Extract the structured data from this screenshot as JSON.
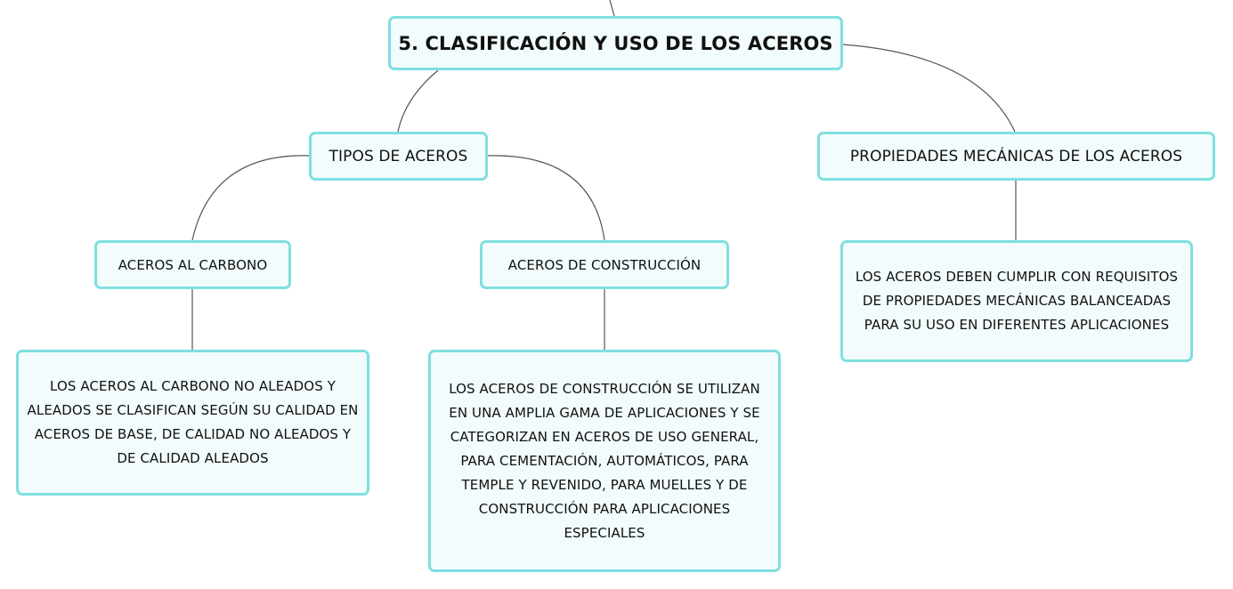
{
  "diagram": {
    "root": {
      "label": "5. CLASIFICACIÓN Y USO DE LOS ACEROS"
    },
    "tipos": {
      "label": "TIPOS DE ACEROS",
      "carbono": {
        "label": "ACEROS AL CARBONO",
        "description": "LOS ACEROS AL CARBONO NO ALEADOS Y ALEADOS SE CLASIFICAN SEGÚN SU CALIDAD EN ACEROS DE BASE, DE CALIDAD NO ALEADOS Y DE CALIDAD ALEADOS"
      },
      "construccion": {
        "label": "ACEROS DE CONSTRUCCIÓN",
        "description": "LOS ACEROS DE CONSTRUCCIÓN SE UTILIZAN EN UNA AMPLIA GAMA DE APLICACIONES Y SE CATEGORIZAN EN ACEROS DE USO GENERAL, PARA CEMENTACIÓN, AUTOMÁTICOS, PARA TEMPLE Y REVENIDO, PARA MUELLES Y DE CONSTRUCCIÓN PARA APLICACIONES ESPECIALES"
      }
    },
    "propiedades": {
      "label": "PROPIEDADES MECÁNICAS DE LOS ACEROS",
      "description": "LOS ACEROS DEBEN CUMPLIR CON REQUISITOS DE PROPIEDADES MECÁNICAS BALANCEADAS PARA SU USO EN DIFERENTES APLICACIONES"
    }
  },
  "colors": {
    "node_border": "#7fdfe0",
    "node_fill": "#f2fcfc",
    "connector": "#555555",
    "text": "#111111"
  }
}
